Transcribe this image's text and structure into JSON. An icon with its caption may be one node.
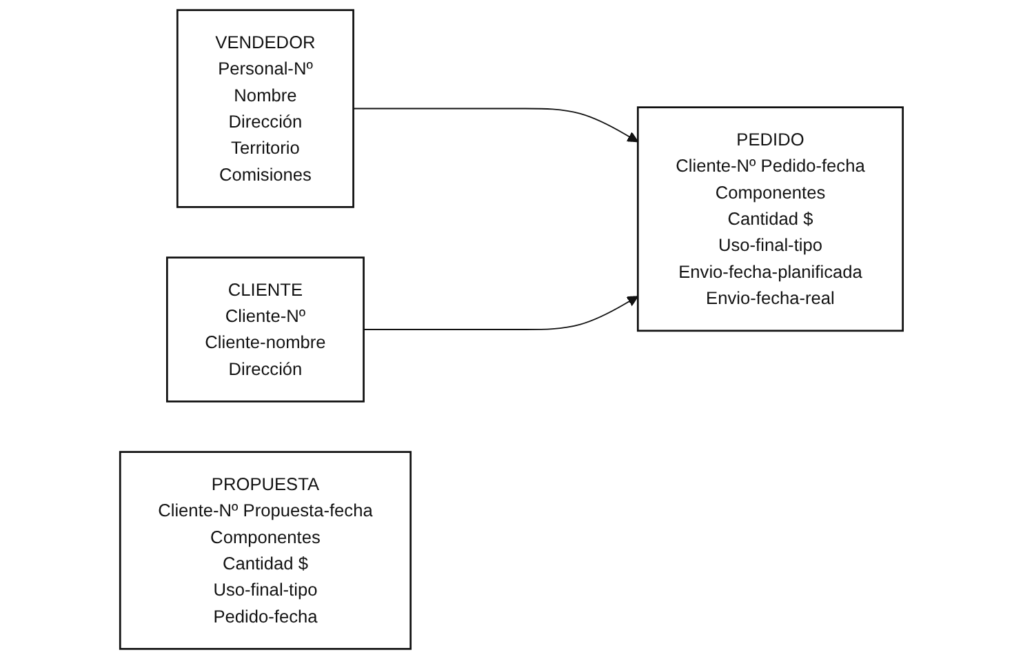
{
  "diagram": {
    "nodes": [
      {
        "text": [
          "VENDEDOR",
          "Personal-Nº",
          "Nombre",
          "Dirección",
          "Territorio",
          "Comisiones"
        ]
      },
      {
        "text": [
          "CLIENTE",
          "Cliente-Nº",
          "Cliente-nombre",
          "Dirección"
        ]
      },
      {
        "text": [
          "PROPUESTA",
          "Cliente-Nº Propuesta-fecha",
          "Componentes",
          "Cantidad $",
          "Uso-final-tipo",
          "Pedido-fecha"
        ]
      },
      {
        "text": [
          "PEDIDO",
          "Cliente-Nº Pedido-fecha",
          "Componentes",
          "Cantidad $",
          "Uso-final-tipo",
          "Envio-fecha-planificada",
          "Envio-fecha-real"
        ]
      }
    ],
    "edges": [
      {
        "from": 0,
        "to": 3,
        "arrow": "to"
      },
      {
        "from": 1,
        "to": 3,
        "arrow": "to"
      }
    ]
  }
}
